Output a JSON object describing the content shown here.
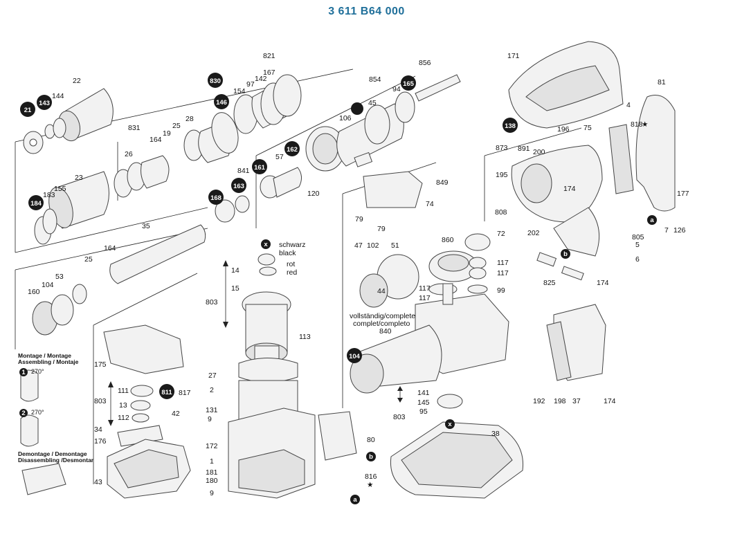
{
  "title": "3 611 B64 000",
  "callouts": [
    {
      "id": "c21",
      "t": "21"
    },
    {
      "id": "c143",
      "t": "143"
    },
    {
      "id": "c184",
      "t": "184"
    },
    {
      "id": "c830",
      "t": "830"
    },
    {
      "id": "c146",
      "t": "146"
    },
    {
      "id": "c165",
      "t": "165"
    },
    {
      "id": "c162",
      "t": "162"
    },
    {
      "id": "c161",
      "t": "161"
    },
    {
      "id": "c168",
      "t": "168"
    },
    {
      "id": "c163",
      "t": "163"
    },
    {
      "id": "c138",
      "t": "138"
    },
    {
      "id": "c104",
      "t": "104"
    },
    {
      "id": "c811",
      "t": "811"
    },
    {
      "id": "cx1",
      "t": "x"
    },
    {
      "id": "cx2",
      "t": "x"
    },
    {
      "id": "cb1",
      "t": "b"
    },
    {
      "id": "cb2",
      "t": "b"
    },
    {
      "id": "ca1",
      "t": "a"
    },
    {
      "id": "ca2",
      "t": "a"
    },
    {
      "id": "c1",
      "t": "1"
    },
    {
      "id": "c2",
      "t": "2"
    }
  ],
  "labels": {
    "l144": "144",
    "l22": "22",
    "l831": "831",
    "l26": "26",
    "l164a": "164",
    "l19": "19",
    "l25a": "25",
    "l28": "28",
    "l154": "154",
    "l97": "97",
    "l142": "142",
    "l167": "167",
    "l821": "821",
    "l23": "23",
    "l183": "183",
    "l155": "155",
    "l35": "35",
    "l164b": "164",
    "l25b": "25",
    "l160": "160",
    "l104": "104",
    "l53": "53",
    "l854": "854",
    "l856": "856",
    "l94": "94",
    "l45": "45",
    "l106": "106",
    "l841": "841",
    "l57": "57",
    "l120": "120",
    "l171": "171",
    "l4": "4",
    "l818": "818",
    "l81": "81",
    "l196": "196",
    "l75": "75",
    "l891": "891",
    "l200": "200",
    "l873": "873",
    "l195": "195",
    "l174a": "174",
    "l808": "808",
    "l177": "177",
    "l202": "202",
    "l805": "805",
    "l7": "7",
    "l126": "126",
    "l5": "5",
    "l6": "6",
    "l825": "825",
    "l174b": "174",
    "l849": "849",
    "l74": "74",
    "l79a": "79",
    "l79b": "79",
    "l72": "72",
    "l860": "860",
    "l47": "47",
    "l102": "102",
    "l51": "51",
    "l117a": "117",
    "l117b": "117",
    "l117c": "117",
    "l117d": "117",
    "l99": "99",
    "l44": "44",
    "l840": "840",
    "l141": "141",
    "l145": "145",
    "l95": "95",
    "l803c": "803",
    "l192": "192",
    "l198": "198",
    "l37": "37",
    "l174c": "174",
    "l38": "38",
    "l14": "14",
    "l15": "15",
    "l803a": "803",
    "l113": "113",
    "l27": "27",
    "l2": "2",
    "l131": "131",
    "l9a": "9",
    "l172": "172",
    "l1": "1",
    "l181": "181",
    "l180": "180",
    "l9b": "9",
    "l80": "80",
    "l816": "816",
    "l175": "175",
    "l111": "111",
    "l13": "13",
    "l112": "112",
    "l803b": "803",
    "l817": "817",
    "l42": "42",
    "l34": "34",
    "l176": "176",
    "l43": "43",
    "schwarz": "schwarz",
    "black": "black",
    "rot": "rot",
    "red": "red",
    "vollst1": "vollständig/complete",
    "vollst2": "complet/completo",
    "mont1": "Montage / Montage",
    "mont2": "Assembling / Montaje",
    "demont1": "Demontage / Demontage",
    "demont2": "Disassembling /Desmontar",
    "deg1": "270°",
    "deg2": "270°",
    "star1": "★",
    "star2": "★"
  },
  "colors": {
    "title": "#1f6f9a",
    "callout": "#1a1a1a",
    "line": "#222222"
  }
}
